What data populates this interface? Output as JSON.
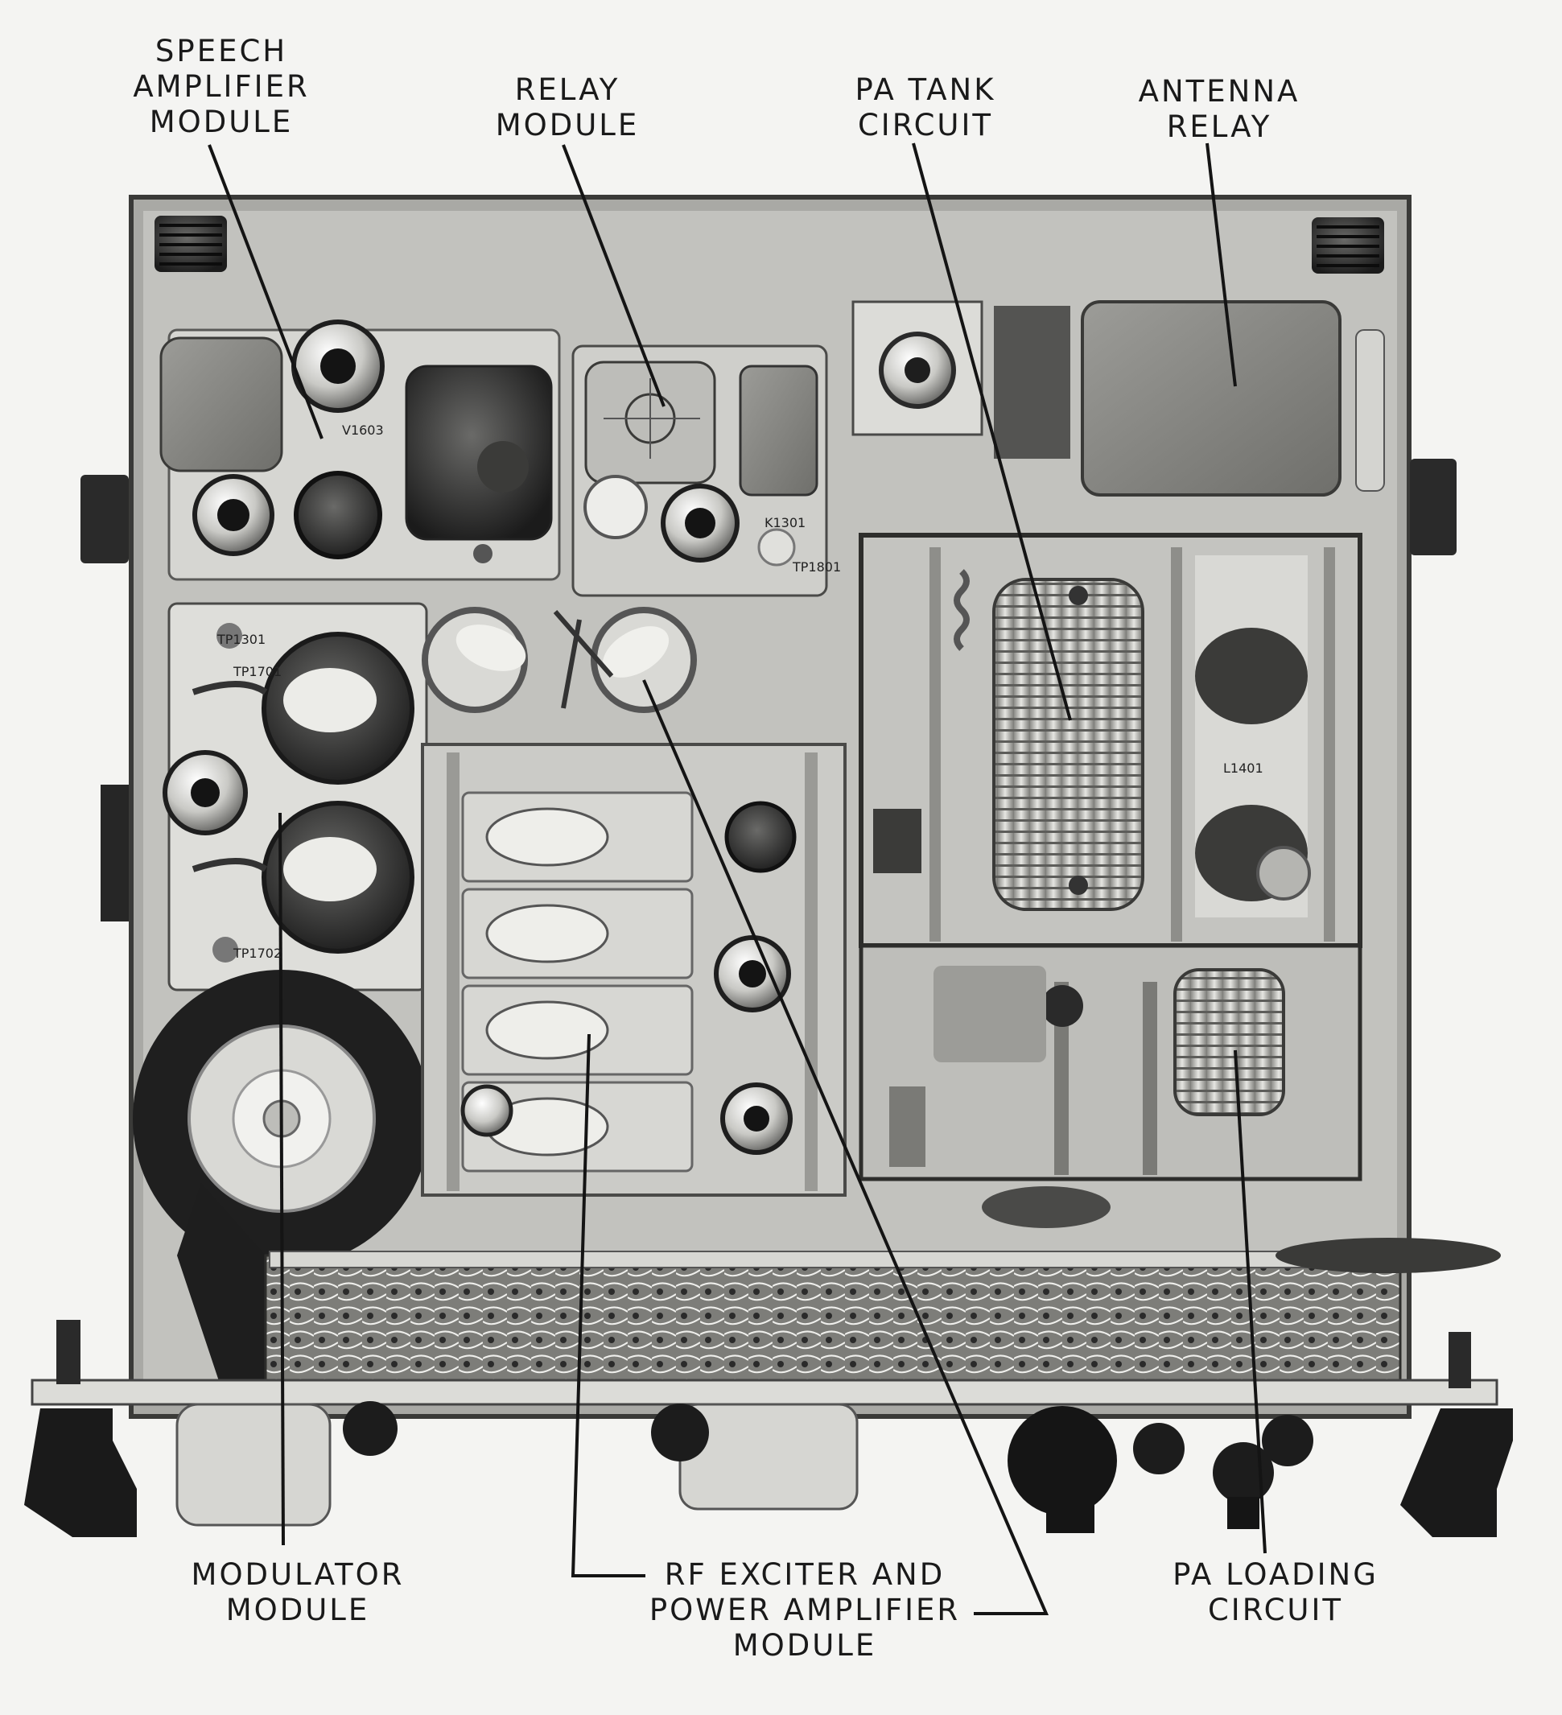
{
  "callouts": {
    "speech_amplifier": "SPEECH\nAMPLIFIER\nMODULE",
    "relay_module": "RELAY\nMODULE",
    "pa_tank": "PA TANK\nCIRCUIT",
    "antenna_relay": "ANTENNA\nRELAY",
    "modulator": "MODULATOR\nMODULE",
    "rf_exciter": "RF EXCITER AND\nPOWER AMPLIFIER\nMODULE",
    "pa_loading": "PA LOADING\nCIRCUIT"
  },
  "component_marks": {
    "v1603": "V1603",
    "k1301": "K1301",
    "tp1801": "TP1801",
    "tp1301": "TP1301",
    "tp1701": "TP1701",
    "tp1702": "TP1702",
    "l1401": "L1401"
  },
  "colors": {
    "paper": "#f4f4f2",
    "chassis": "#b9b9b5",
    "panel": "#d7d7d3",
    "dark": "#1e1e1e",
    "leader": "#141414"
  }
}
